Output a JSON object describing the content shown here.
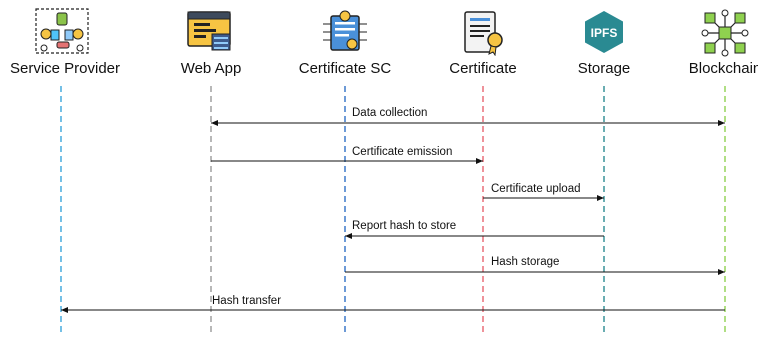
{
  "actors": [
    {
      "label": "Service Provider",
      "icon": "service-provider-icon",
      "color": "#3aa5dc"
    },
    {
      "label": "Web App",
      "icon": "web-app-icon",
      "color": "#9a9a9a"
    },
    {
      "label": "Certificate SC",
      "icon": "smart-contract-icon",
      "color": "#2f6fc4"
    },
    {
      "label": "Certificate",
      "icon": "certificate-icon",
      "color": "#e8646f"
    },
    {
      "label": "Storage",
      "icon": "ipfs-icon",
      "color": "#2a8a92",
      "icon_text": "IPFS"
    },
    {
      "label": "Blockchain",
      "icon": "blockchain-icon",
      "color": "#8fd14f"
    }
  ],
  "messages": [
    {
      "label": "Data collection",
      "from": 1,
      "to": 5,
      "bidirectional": true
    },
    {
      "label": "Certificate emission",
      "from": 1,
      "to": 3,
      "bidirectional": false
    },
    {
      "label": "Certificate upload",
      "from": 3,
      "to": 4,
      "bidirectional": false
    },
    {
      "label": "Report hash to store",
      "from": 4,
      "to": 2,
      "bidirectional": false
    },
    {
      "label": "Hash storage",
      "from": 2,
      "to": 5,
      "bidirectional": false
    },
    {
      "label": "Hash transfer",
      "from": 5,
      "to": 0,
      "bidirectional": false
    }
  ]
}
